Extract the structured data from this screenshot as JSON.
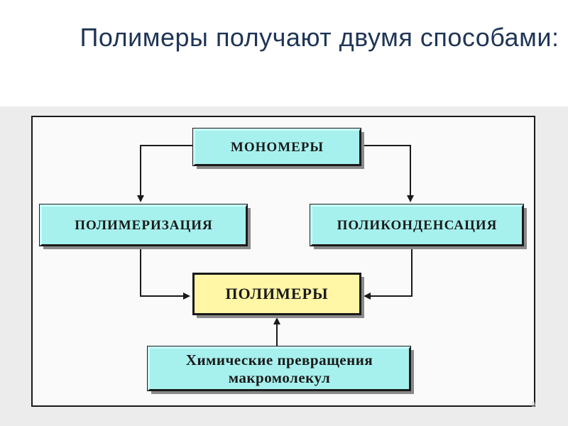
{
  "slide": {
    "title": "Полимеры получают двумя способами:",
    "page_number": "9"
  },
  "diagram": {
    "nodes": {
      "monomers": "МОНОМЕРЫ",
      "polymerization": "ПОЛИМЕРИЗАЦИЯ",
      "polycondensation": "ПОЛИКОНДЕНСАЦИЯ",
      "polymers": "ПОЛИМЕРЫ",
      "chemical_line1": "Химические превращения",
      "chemical_line2": "макромолекул"
    },
    "colors": {
      "process_box": "#a6f1ee",
      "result_box": "#fff6a6",
      "title_text": "#1f3556",
      "background_band": "#ececec"
    }
  }
}
